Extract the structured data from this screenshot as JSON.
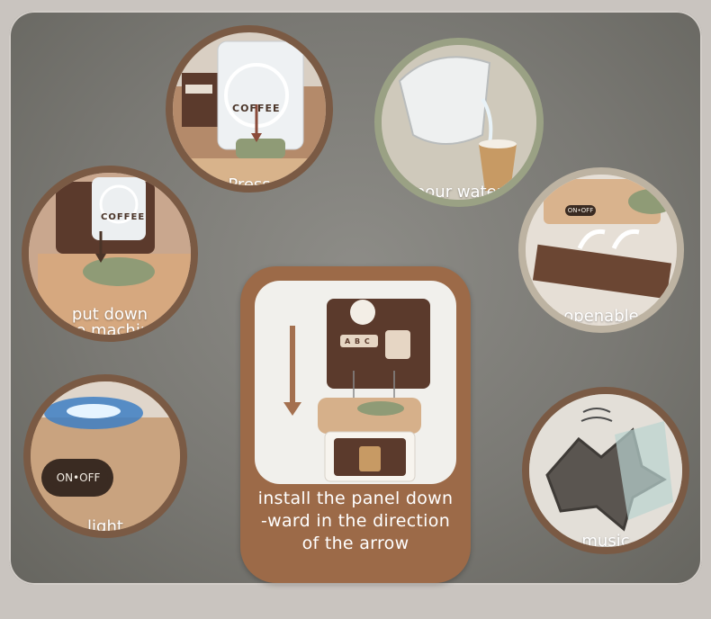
{
  "captions": {
    "press": "Press",
    "pour_water": "pour water",
    "put_down_line1": "put down",
    "put_down_line2": "the machine",
    "openable": "openable",
    "light": "light",
    "music": "music"
  },
  "center_card": {
    "line1": "install the panel down",
    "line2": "-ward in the direction",
    "line3": "of the arrow"
  },
  "product_labels": {
    "coffee": "COFFEE",
    "on_off": "ON•OFF",
    "abc": "A B C"
  },
  "colors": {
    "brown_ring": "#7a5a44",
    "card": "#9c6a48",
    "machine_brown": "#5b3a2c",
    "tray_green": "#8f9b76"
  }
}
